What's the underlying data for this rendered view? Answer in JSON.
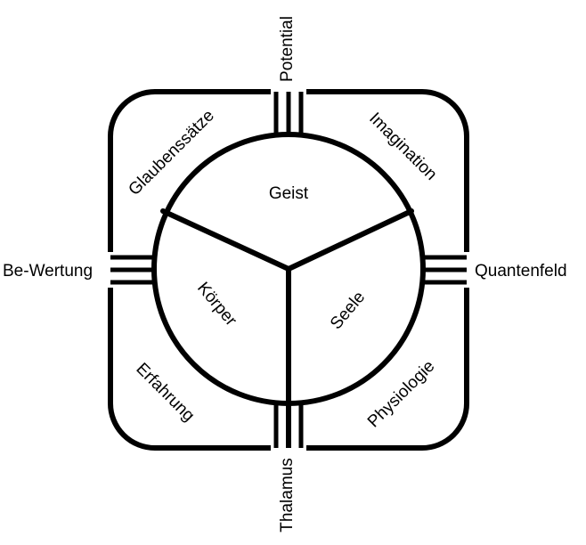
{
  "diagram": {
    "center": {
      "top": "Geist",
      "left": "Körper",
      "right": "Seele"
    },
    "corners": {
      "top_left": "Glaubenssätze",
      "top_right": "Imagination",
      "bottom_left": "Erfahrung",
      "bottom_right": "Physiologie"
    },
    "outer": {
      "top": "Potential",
      "bottom": "Thalamus",
      "left": "Be-Wertung",
      "right": "Quantenfeld"
    }
  }
}
